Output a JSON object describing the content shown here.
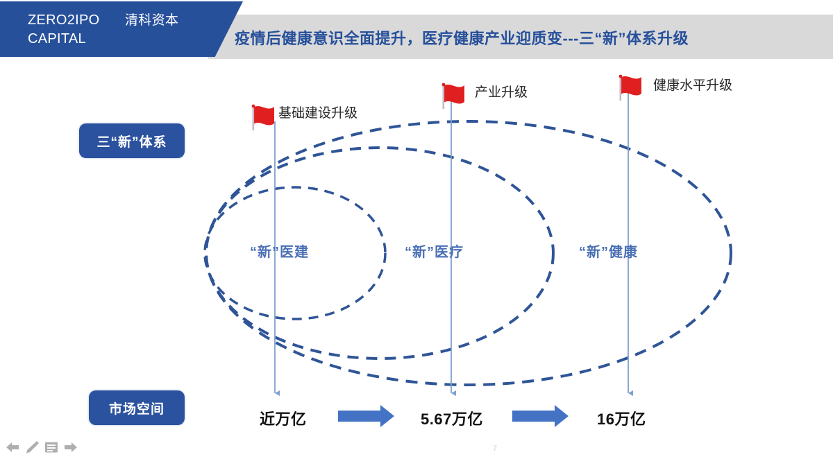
{
  "header": {
    "brand_en_line1": "ZERO2IPO",
    "brand_en_line2": "CAPITAL",
    "brand_cn": "清科资本",
    "title": "疫情后健康意识全面提升，医疗健康产业迎质变---三“新”体系升级",
    "brand_bg_color": "#27509B",
    "band_bg_color": "#D9D9D9",
    "title_color": "#27509B"
  },
  "sidebar": {
    "pills": [
      {
        "label": "三“新”体系",
        "name": "three-new-system"
      },
      {
        "label": "市场空间",
        "name": "market-space"
      }
    ],
    "pill_color": "#2B529E"
  },
  "diagram": {
    "flags": [
      {
        "label": "基础建设升级",
        "flag_icon": "red-flag-icon"
      },
      {
        "label": "产业升级",
        "flag_icon": "red-flag-icon"
      },
      {
        "label": "健康水平升级",
        "flag_icon": "red-flag-icon"
      }
    ],
    "rings": [
      {
        "label": "“新”医建"
      },
      {
        "label": "“新”医疗"
      },
      {
        "label": "“新”健康"
      }
    ],
    "market_values": [
      {
        "label": "近万亿"
      },
      {
        "label": "5.67万亿"
      },
      {
        "label": "16万亿"
      }
    ],
    "arrow_icon": "right-arrow-icon",
    "ellipse_color": "#2F5597",
    "connector_color": "#7DA0CE",
    "flag_color": "#E02020",
    "arrow_color": "#4472C4",
    "ring_label_color": "#4A6FB5"
  },
  "footer": {
    "page_number": "7",
    "tools": [
      {
        "name": "previous-slide-icon",
        "glyph": "◀"
      },
      {
        "name": "pen-icon",
        "glyph": "✎"
      },
      {
        "name": "notes-icon",
        "glyph": "▤"
      },
      {
        "name": "next-slide-icon",
        "glyph": "▶"
      }
    ],
    "tool_color": "#AFAFAF"
  }
}
